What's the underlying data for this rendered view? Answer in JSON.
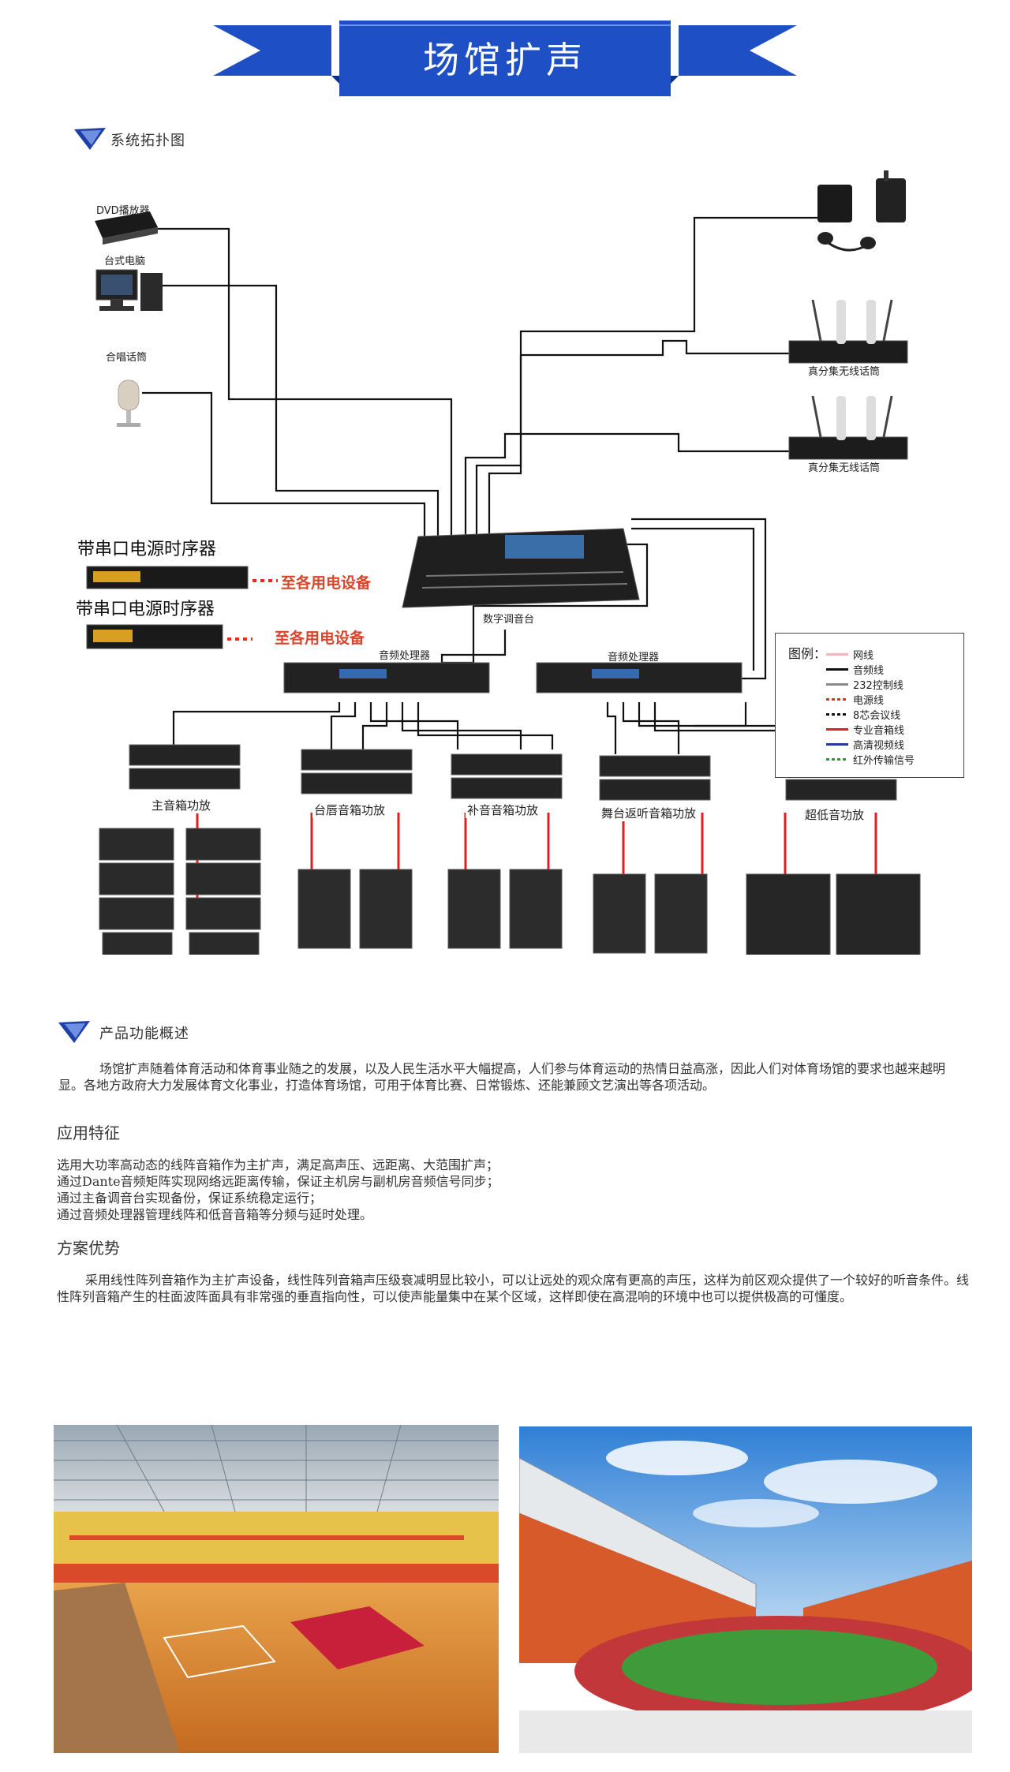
{
  "banner": {
    "title": "场馆扩声"
  },
  "sections": {
    "topology": "系统拓扑图",
    "overview": "产品功能概述"
  },
  "devices": {
    "dvd": "DVD播放器",
    "desktop": "台式电脑",
    "chorus_mic": "合唱话筒",
    "wireless_mic_1": "真分集无线话筒",
    "wireless_mic_2": "真分集无线话筒",
    "sequencer_1": "带串口电源时序器",
    "sequencer_2": "带串口电源时序器",
    "to_equipment_1": "至各用电设备",
    "to_equipment_2": "至各用电设备",
    "mixer": "数字调音台",
    "processor_1": "音频处理器",
    "processor_2": "音频处理器"
  },
  "amps": [
    {
      "label": "主音箱功放"
    },
    {
      "label": "台唇音箱功放"
    },
    {
      "label": "补音音箱功放"
    },
    {
      "label": "舞台返听音箱功放"
    },
    {
      "label": "超低音功放"
    }
  ],
  "legend": {
    "title": "图例：",
    "items": [
      {
        "label": "网线",
        "color": "#f2b8c0",
        "style": "solid"
      },
      {
        "label": "音频线",
        "color": "#111111",
        "style": "solid"
      },
      {
        "label": "232控制线",
        "color": "#8a8a8a",
        "style": "solid"
      },
      {
        "label": "电源线",
        "color": "#e03020",
        "style": "dotted"
      },
      {
        "label": "8芯会议线",
        "color": "#111111",
        "style": "dotted"
      },
      {
        "label": "专业音箱线",
        "color": "#e02020",
        "style": "solid"
      },
      {
        "label": "高清视频线",
        "color": "#1f3c9a",
        "style": "solid"
      },
      {
        "label": "红外传输信号",
        "color": "#2a9a3a",
        "style": "dotted"
      }
    ]
  },
  "overview": {
    "intro": "场馆扩声随着体育活动和体育事业随之的发展，以及人民生活水平大幅提高，人们参与体育运动的热情日益高涨，因此人们对体育场馆的要求也越来越明显。各地方政府大力发展体育文化事业，打造体育场馆，可用于体育比赛、日常锻炼、还能兼顾文艺演出等各项活动。",
    "features_title": "应用特征",
    "features": [
      "选用大功率高动态的线阵音箱作为主扩声，满足高声压、远距离、大范围扩声；",
      "通过Dante音频矩阵实现网络远距离传输，保证主机房与副机房音频信号同步；",
      "通过主备调音台实现备份，保证系统稳定运行；",
      "通过音频处理器管理线阵和低音音箱等分频与延时处理。"
    ],
    "advantages_title": "方案优势",
    "advantages": "采用线性阵列音箱作为主扩声设备，线性阵列音箱声压级衰减明显比较小，可以让远处的观众席有更高的声压，这样为前区观众提供了一个较好的听音条件。线性阵列音箱产生的柱面波阵面具有非常强的垂直指向性，可以使声能量集中在某个区域，这样即使在高混响的环境中也可以提供极高的可懂度。"
  },
  "colors": {
    "banner_blue": "#1e4fc4",
    "banner_dark": "#0d2f8c",
    "speaker_wire": "#e02020",
    "power_wire": "#e03020"
  }
}
